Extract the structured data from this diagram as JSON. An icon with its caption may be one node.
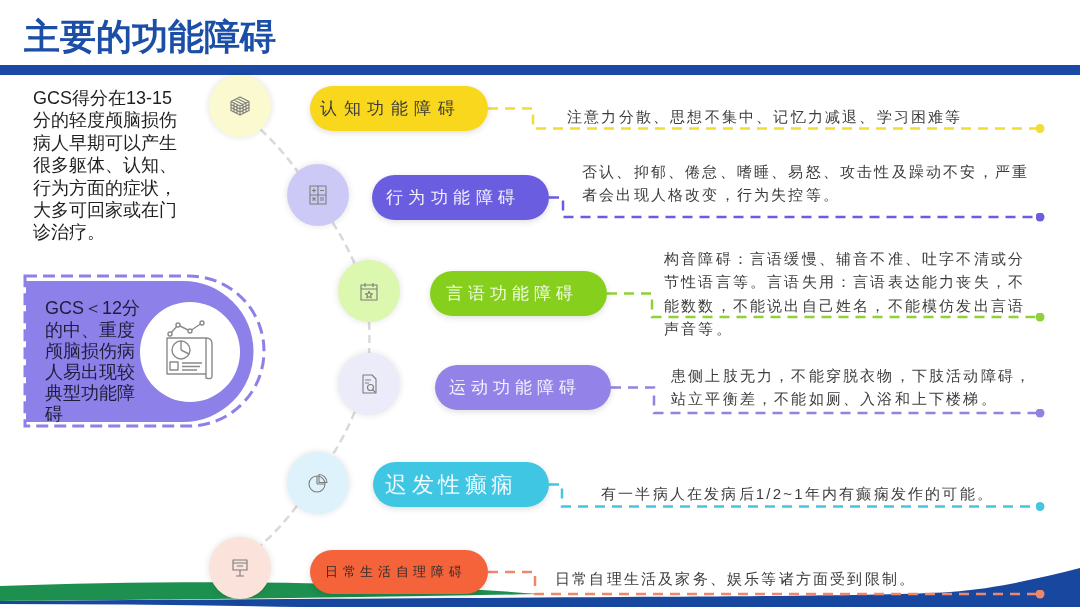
{
  "diagram": {
    "title": "主要的功能障碍",
    "nodes": [
      {
        "text": [
          "GCS＜12分的中、重度颅脑损伤病人易出现较典型功能障碍"
        ]
      },
      {
        "text": [],
        "shape": "circle"
      },
      {
        "text": [
          "认知功能障碍"
        ]
      },
      {
        "text": [],
        "shape": "circle"
      },
      {
        "text": [
          "行为功能障碍"
        ]
      },
      {
        "text": [],
        "shape": "circle"
      },
      {
        "text": [
          "言语功能障碍"
        ]
      },
      {
        "text": [],
        "shape": "circle"
      },
      {
        "text": [
          "运动功能障碍"
        ]
      },
      {
        "text": [],
        "shape": "circle"
      },
      {
        "text": [
          "迟发性癫痫"
        ]
      },
      {
        "text": [],
        "shape": "circle"
      },
      {
        "text": [
          "日常生活自理障碍"
        ]
      }
    ],
    "edges": [
      {
        "from": 2,
        "to": null,
        "arrow": "other",
        "label": "注意力分散、思想不集中、记忆力减退、学习困难等",
        "style": "dashed",
        "color": "#f2dc3a"
      },
      {
        "from": 4,
        "to": null,
        "arrow": "other",
        "label": "否认、抑郁、倦怠、嗜睡、易怒、攻击性及躁动不安，严重者会出现人格改变，行为失控等。",
        "style": "dashed",
        "color": "#6b5de0"
      },
      {
        "from": 6,
        "to": null,
        "arrow": "other",
        "label": "构音障碍：言语缓慢、辅音不准、吐字不清或分节性语言等。言语失用：言语表达能力丧失，不能数数，不能说出自己姓名，不能模仿发出言语声音等。",
        "style": "dashed",
        "color": "#8fd13a"
      },
      {
        "from": 8,
        "to": null,
        "arrow": "other",
        "label": "患侧上肢无力，不能穿脱衣物，下肢活动障碍，站立平衡差，不能如厕、入浴和上下楼梯。",
        "style": "dashed",
        "color": "#9383e0"
      },
      {
        "from": 10,
        "to": null,
        "arrow": "other",
        "label": "有一半病人在发病后1/2~1年内有癫痫发作的可能。",
        "style": "dashed",
        "color": "#46c6de"
      },
      {
        "from": 12,
        "to": null,
        "arrow": "other",
        "label": "日常自理生活及家务、娱乐等诸方面受到限制。",
        "style": "dashed",
        "color": "#f0866a"
      },
      {
        "from": 1,
        "to": 3,
        "arrow": "none",
        "style": "dashed",
        "color": "#d9d9d9"
      },
      {
        "from": 3,
        "to": 5,
        "arrow": "none",
        "style": "dashed",
        "color": "#d9d9d9"
      },
      {
        "from": 5,
        "to": 7,
        "arrow": "none",
        "style": "dashed",
        "color": "#d9d9d9"
      },
      {
        "from": 7,
        "to": 9,
        "arrow": "none",
        "style": "dashed",
        "color": "#d9d9d9"
      },
      {
        "from": 9,
        "to": 11,
        "arrow": "none",
        "style": "dashed",
        "color": "#d9d9d9"
      }
    ],
    "labels": [
      "GCS得分在13-15分的轻度颅脑损伤病人早期可以产生很多躯体、认知、行为方面的症状，大多可回家或在门诊治疗。"
    ]
  }
}
